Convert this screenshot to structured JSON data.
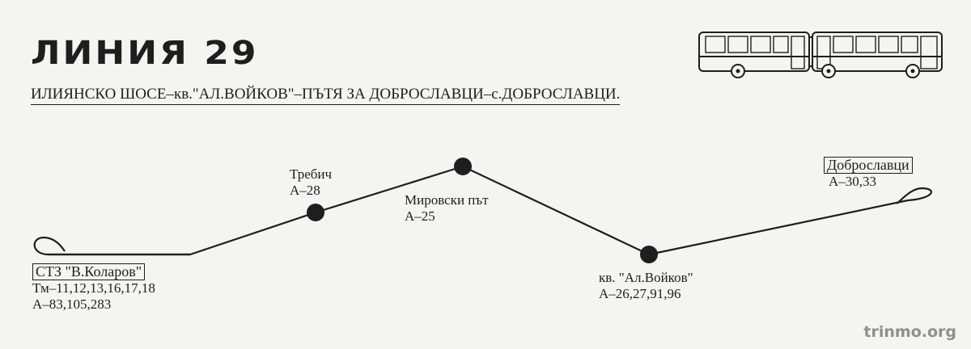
{
  "title": "ЛИНИЯ 29",
  "route": {
    "from": "ИЛИЯНСКО ШОСЕ",
    "sep1": "–",
    "via1": "кв.\"АЛ.ВОЙКОВ\"",
    "sep2": "–",
    "via2": "ПЪТЯ ЗА ДОБРОСЛАВЦИ",
    "sep3": "–",
    "prefix": "с.",
    "to": "ДОБРОСЛАВЦИ."
  },
  "stops": {
    "stz": {
      "name": "СТЗ \"В.Коларов\"",
      "line1": "Тм–11,12,13,16,17,18",
      "line2": "А–83,105,283"
    },
    "trebich": {
      "name": "Требич",
      "line1": "А–28"
    },
    "mirovski": {
      "name": "Мировски път",
      "line1": "А–25"
    },
    "voikov": {
      "name": "кв. \"Ал.Войков\"",
      "line1": "А–26,27,91,96"
    },
    "dobroslavtsi": {
      "name": "Доброславци",
      "line1": "А–30,33"
    }
  },
  "colors": {
    "ink": "#1e1e1e",
    "paper": "#f4f4f1",
    "watermark": "#8f8f8f"
  },
  "icons": {
    "bus": "articulated-bus-icon"
  },
  "watermark": "trinmo.org"
}
